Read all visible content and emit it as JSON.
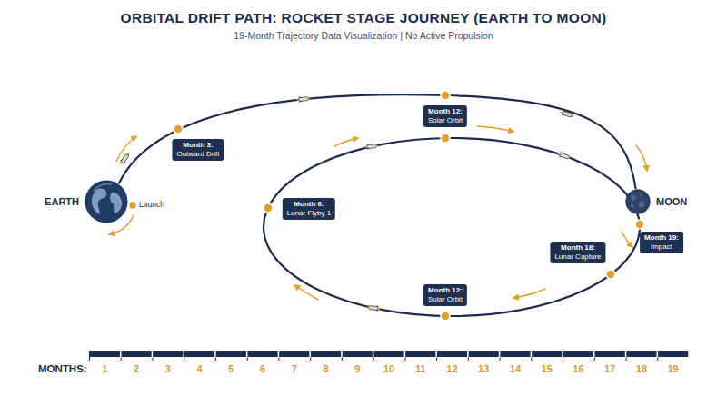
{
  "diagram": {
    "title": "ORBITAL DRIFT PATH: ROCKET STAGE JOURNEY (EARTH TO MOON)",
    "caption": "19-Month Trajectory Data Visualization | No Active Propulsion",
    "nodes": [
      {
        "text": [
          "EARTH"
        ]
      },
      {
        "text": [
          "Month 3:",
          "Outward Drift"
        ]
      },
      {
        "text": [
          "Month 12:",
          "Solar Orbit"
        ]
      },
      {
        "text": [
          "Month 6:",
          "Lunar Flyby 1"
        ]
      },
      {
        "text": [
          "MOON"
        ]
      },
      {
        "text": [
          "Month 19:",
          "Impact"
        ]
      },
      {
        "text": [
          "Month 18:",
          "Lunar Capture"
        ]
      },
      {
        "text": [
          "Month 12:",
          "Solar Orbit"
        ]
      }
    ],
    "edges": [
      {
        "from": 0,
        "to": 4,
        "arrow": "none"
      }
    ],
    "labels": [
      "Launch",
      "MONTHS:",
      "1",
      "2",
      "3",
      "4",
      "5",
      "6",
      "7",
      "8",
      "9",
      "10",
      "11",
      "12",
      "13",
      "14",
      "15",
      "16",
      "17",
      "18",
      "19"
    ]
  }
}
